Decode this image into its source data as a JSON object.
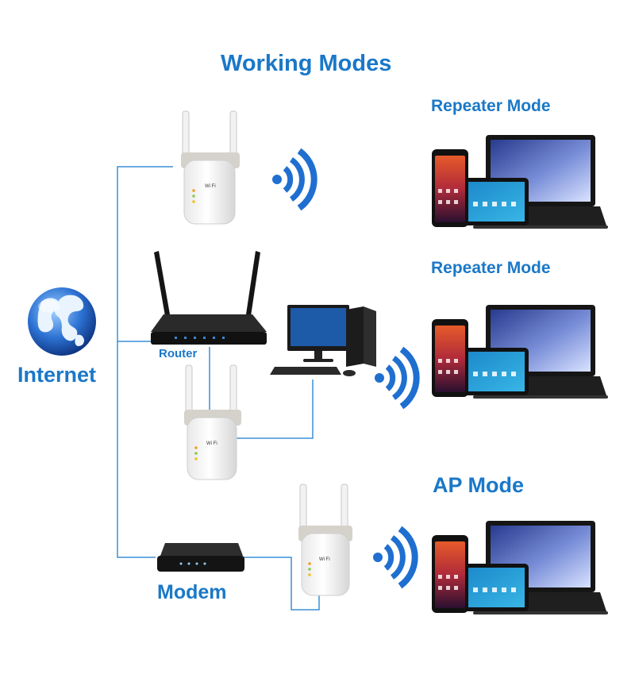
{
  "title": "Working Modes",
  "modes": {
    "repeater_1": "Repeater Mode",
    "repeater_2": "Repeater Mode",
    "ap": "AP Mode"
  },
  "nodes": {
    "internet": "Internet",
    "router": "Router",
    "modem": "Modem"
  },
  "colors": {
    "label_blue": "#1a78c8",
    "wire_blue": "#3c8fd6",
    "wifi_blue": "#1f6fd0"
  },
  "icons": [
    "globe-icon",
    "router-icon",
    "modem-icon",
    "extender-icon",
    "desktop-pc-icon",
    "wifi-signal-icon",
    "smartphone-icon",
    "tablet-icon",
    "laptop-icon"
  ]
}
